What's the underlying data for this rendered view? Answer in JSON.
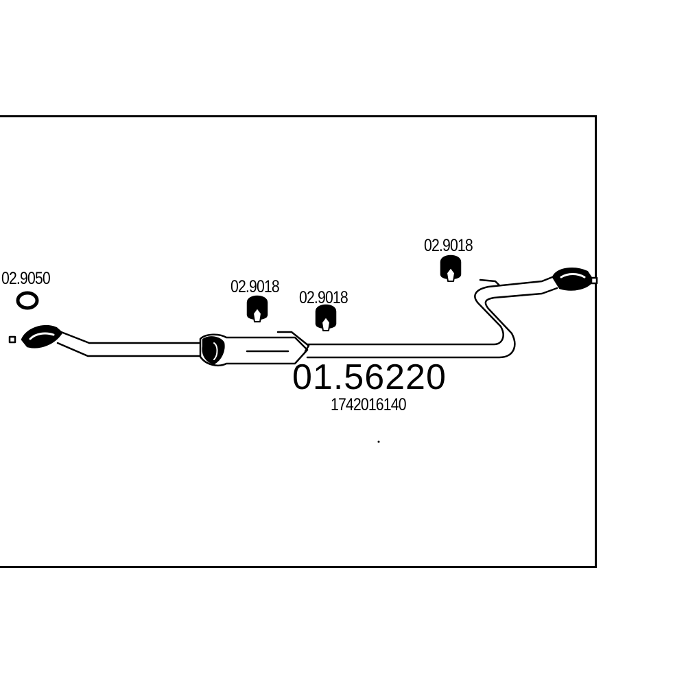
{
  "part": {
    "number": "01.56220",
    "oem": "1742016140"
  },
  "components": {
    "ring_ref": "02.9050",
    "hanger1_ref": "02.9018",
    "hanger2_ref": "02.9018",
    "hanger3_ref": "02.9018"
  },
  "colors": {
    "line": "#000000",
    "background": "#ffffff"
  }
}
